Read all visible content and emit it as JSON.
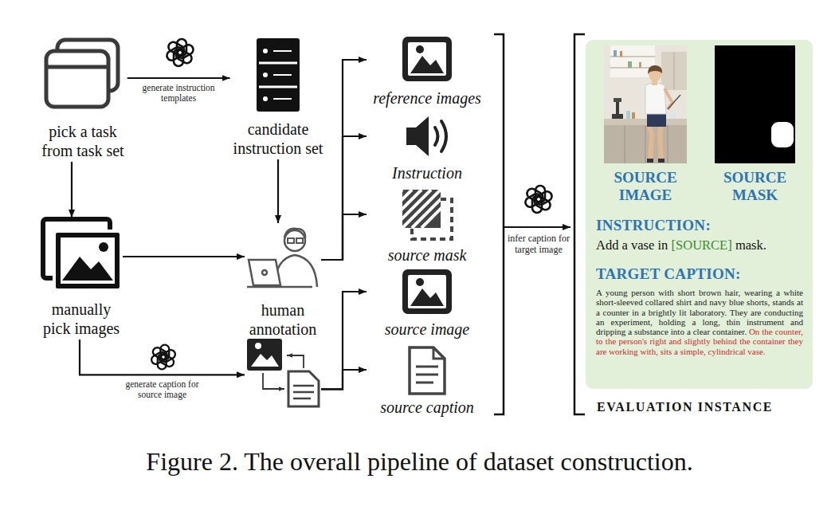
{
  "diagram": {
    "caption": "Figure 2. The overall pipeline of dataset construction.",
    "nodes": [
      {
        "text": [
          "pick a task from task set"
        ]
      },
      {
        "text": [
          "candidate instruction set"
        ]
      },
      {
        "text": [
          "manually pick images"
        ]
      },
      {
        "text": [
          "human annotation"
        ]
      },
      {
        "text": []
      },
      {
        "text": [
          "reference images"
        ]
      },
      {
        "text": [
          "Instruction"
        ]
      },
      {
        "text": [
          "source mask"
        ]
      },
      {
        "text": [
          "source image"
        ]
      },
      {
        "text": [
          "source caption"
        ]
      },
      {
        "text": [
          "INSTRUCTION:",
          "Add a vase in",
          "[SOURCE]",
          "mask.",
          "TARGET CAPTION:",
          "A young person with short brown hair, wearing a white short-sleeved collared shirt and navy blue shorts, stands at a counter in a brightly lit laboratory. They are conducting an experiment, holding a long, thin instrument and dripping a substance into a clear container.",
          "On the counter, to the person's right and slightly behind the container they are working with, sits a simple, cylindrical vase.",
          "EVALUATION INSTANCE"
        ]
      },
      {
        "text": [
          "SOURCE IMAGE"
        ],
        "in": 10
      },
      {
        "text": [
          "SOURCE MASK"
        ],
        "in": 10
      }
    ],
    "edges": [
      {
        "from": 0,
        "to": 1,
        "arrow": "to",
        "label": "generate instruction templates"
      },
      {
        "from": 0,
        "to": 2,
        "arrow": "to"
      },
      {
        "from": 1,
        "to": 3,
        "arrow": "to"
      },
      {
        "from": 2,
        "to": 3,
        "arrow": "to"
      },
      {
        "from": 2,
        "to": 4,
        "arrow": "to",
        "label": "generate caption for source image"
      },
      {
        "from": 3,
        "to": 5,
        "arrow": "to"
      },
      {
        "from": 3,
        "to": 6,
        "arrow": "to"
      },
      {
        "from": 3,
        "to": 7,
        "arrow": "to"
      },
      {
        "from": 4,
        "to": 8,
        "arrow": "to"
      },
      {
        "from": 4,
        "to": 9,
        "arrow": "to"
      }
    ],
    "labels": [
      "infer caption for target image"
    ]
  }
}
